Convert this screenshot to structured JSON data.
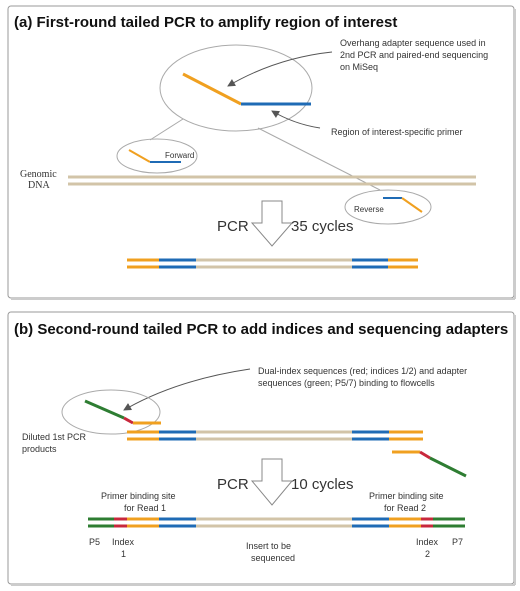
{
  "panel_a": {
    "title": "(a) First-round tailed PCR to amplify region of interest",
    "overhang_note_1": "Overhang adapter sequence used in",
    "overhang_note_2": "2nd PCR and paired-end sequencing",
    "overhang_note_3": "on MiSeq",
    "forward_label": "Forward",
    "genomic_label_1": "Genomic",
    "genomic_label_2": "DNA",
    "roi_primer_note": "Region of interest-specific primer",
    "reverse_label": "Reverse",
    "pcr_label": "PCR",
    "cycles_label": "35 cycles"
  },
  "panel_b": {
    "title": "(b) Second-round tailed PCR to add indices and sequencing adapters",
    "dual_index_note_1": "Dual-index sequences (red; indices 1/2) and adapter",
    "dual_index_note_2": "sequences (green; P5/7) binding to flowcells",
    "diluted_label_1": "Diluted 1st PCR",
    "diluted_label_2": "products",
    "pcr_label": "PCR",
    "cycles_label": "10 cycles",
    "read1_label_1": "Primer binding site",
    "read1_label_2": "for Read 1",
    "read2_label_1": "Primer binding site",
    "read2_label_2": "for Read 2",
    "p5_label": "P5",
    "index1_label_1": "Index",
    "index1_label_2": "1",
    "insert_label_1": "Insert to be",
    "insert_label_2": "sequenced",
    "index2_label_1": "Index",
    "index2_label_2": "2",
    "p7_label": "P7"
  },
  "colors": {
    "adapter_overhang": "#f0a020",
    "specific_primer": "#1f6bb5",
    "genomic_dna": "#d2c4a8",
    "index": "#c8283c",
    "flowcell_adapter": "#2e7d32"
  }
}
